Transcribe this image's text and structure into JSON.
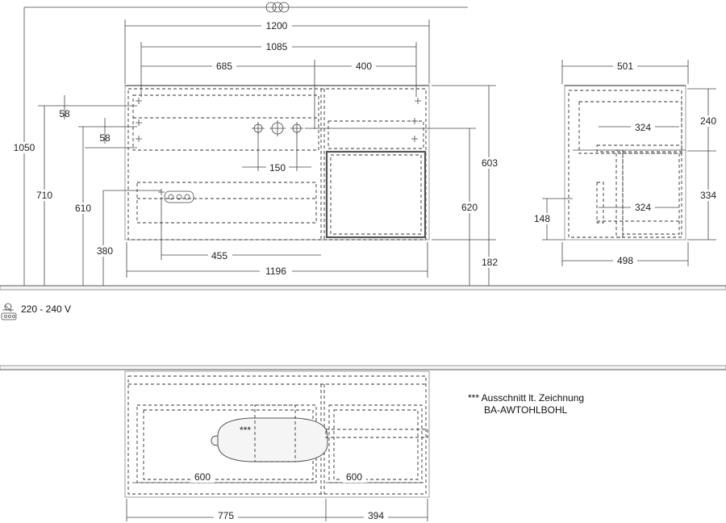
{
  "front_view": {
    "dims": {
      "overall_width": "1200",
      "inner_width": "1085",
      "left_section": "685",
      "right_section": "400",
      "top_offset_1": "58",
      "top_offset_2": "58",
      "tap_spacing": "150",
      "height_1050": "1050",
      "height_710": "710",
      "height_610": "610",
      "height_380": "380",
      "socket_offset": "455",
      "bottom_width": "1196",
      "right_603": "603",
      "right_620": "620",
      "right_182": "182"
    }
  },
  "side_view": {
    "dims": {
      "depth_top": "501",
      "depth_bottom": "498",
      "drawer_depth_upper": "324",
      "drawer_depth_lower": "324",
      "height_240": "240",
      "height_334": "334",
      "height_148": "148"
    }
  },
  "power": {
    "label": "220 - 240 V"
  },
  "top_view": {
    "dims": {
      "left_inner": "600",
      "right_inner": "600",
      "left_width": "775",
      "right_width": "394"
    },
    "cutout_mark": "***"
  },
  "note": {
    "line1": "*** Ausschnitt lt. Zeichnung",
    "line2": "BA-AWTOHLBOHL"
  },
  "icons": [
    "rings-symbol-icon",
    "power-supply-icon",
    "tap-hole-icon",
    "socket-icon"
  ]
}
